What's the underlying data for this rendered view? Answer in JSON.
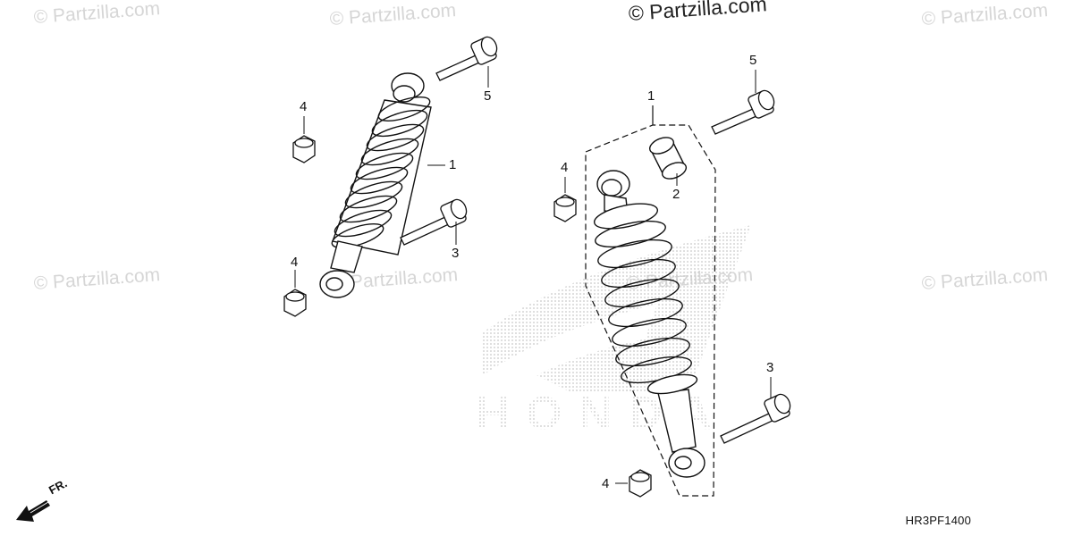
{
  "watermarks": {
    "main": "© Partzilla.com",
    "faint": "© Partzilla.com"
  },
  "callouts": {
    "shock_left": "1",
    "shock_right": "1",
    "bushing": "2",
    "bolt_lower_left": "3",
    "bolt_lower_right": "3",
    "nut_top_left": "4",
    "nut_bottom_left": "4",
    "nut_mid_right": "4",
    "nut_bottom_right": "4",
    "bolt_top_left": "5",
    "bolt_top_right": "5"
  },
  "diagram_code": "HR3PF1400",
  "front_arrow_label": "FR.",
  "logo_text": "HONDA",
  "colors": {
    "line": "#111111",
    "watermark": "#d6d6d6",
    "logo_dots": "#c8c8c8"
  }
}
